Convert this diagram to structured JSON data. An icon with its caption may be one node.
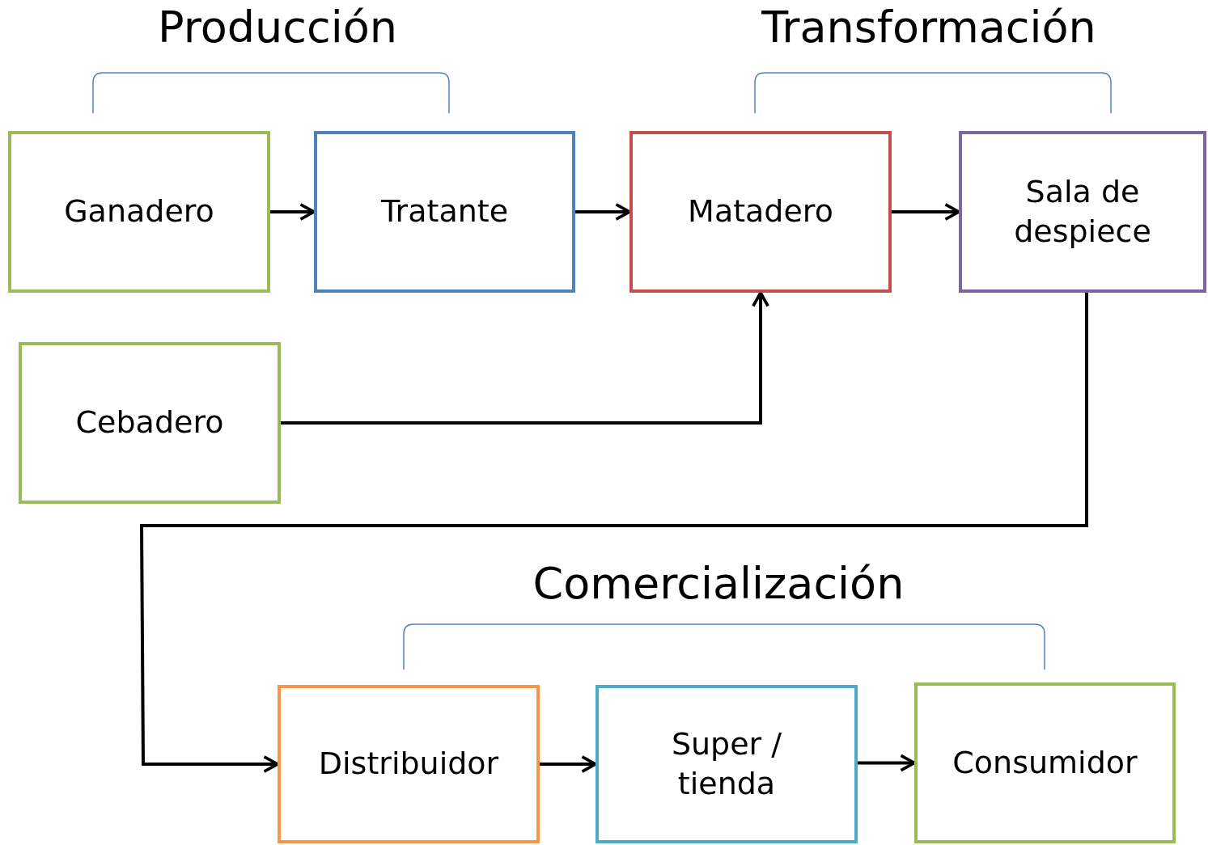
{
  "diagram": {
    "nodes": [
      {
        "text": [
          "Ganadero"
        ]
      },
      {
        "text": [
          "Tratante"
        ]
      },
      {
        "text": [
          "Matadero"
        ]
      },
      {
        "text": [
          "Sala de despiece"
        ]
      },
      {
        "text": [
          "Cebadero"
        ]
      },
      {
        "text": [
          "Distribuidor"
        ]
      },
      {
        "text": [
          "Super / tienda"
        ]
      },
      {
        "text": [
          "Consumidor"
        ]
      }
    ],
    "edges": [
      {
        "from": 0,
        "to": 1,
        "arrow": "to"
      },
      {
        "from": 1,
        "to": 2,
        "arrow": "to"
      },
      {
        "from": 2,
        "to": 3,
        "arrow": "to"
      },
      {
        "from": 4,
        "to": 2,
        "arrow": "to"
      },
      {
        "from": 3,
        "to": 5,
        "arrow": "to"
      },
      {
        "from": 5,
        "to": 6,
        "arrow": "to"
      },
      {
        "from": 6,
        "to": 7,
        "arrow": "to"
      }
    ],
    "labels": [
      "Producción",
      "Transformación",
      "Comercialización"
    ]
  }
}
